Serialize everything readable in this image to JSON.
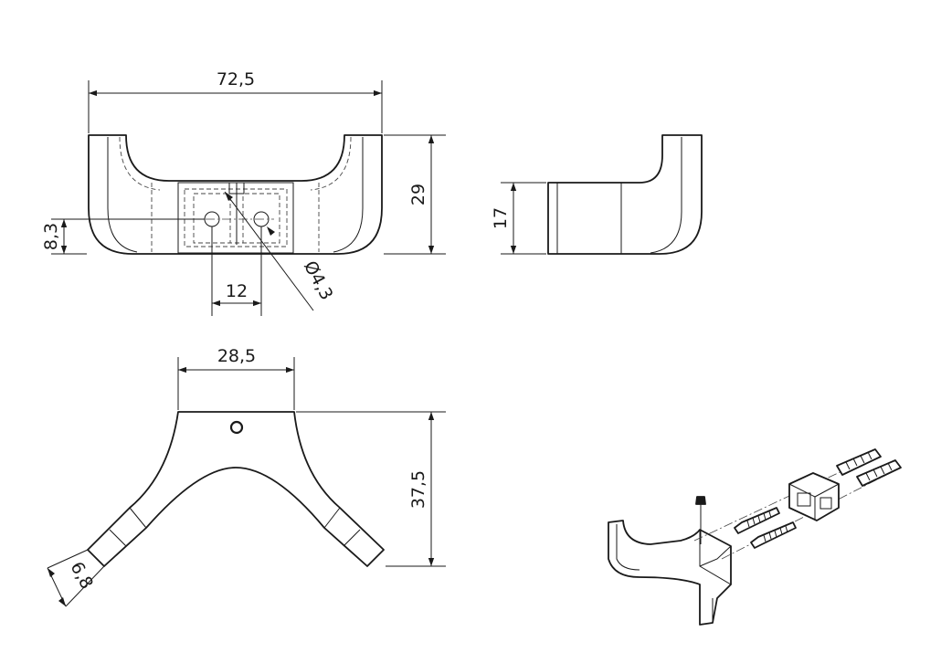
{
  "drawing": {
    "front_view": {
      "dim_width": "72,5",
      "dim_height": "29",
      "dim_hole_height": "8,3",
      "dim_hole_spacing": "12",
      "dim_hole_diameter": "Ø4,3"
    },
    "side_view": {
      "dim_height": "17"
    },
    "top_view": {
      "dim_top_width": "28,5",
      "dim_depth": "37,5",
      "dim_arm_width": "6,8"
    },
    "exploded_view": {
      "parts": [
        "hook",
        "screw",
        "mounting-plate",
        "screw",
        "wall-plug",
        "wall-plug",
        "set-screw"
      ]
    }
  }
}
